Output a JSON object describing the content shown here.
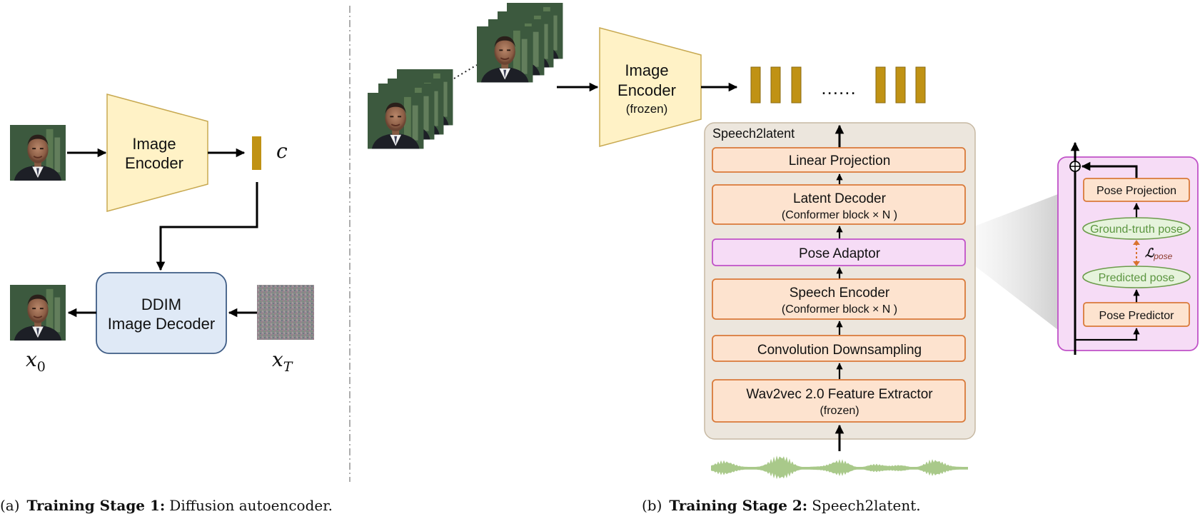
{
  "stage1": {
    "encoder": {
      "line1": "Image",
      "line2": "Encoder"
    },
    "latent_symbol": "c",
    "decoder": {
      "line1": "DDIM",
      "line2": "Image Decoder"
    },
    "output_symbol": "x",
    "output_sub": "0",
    "noise_symbol": "x",
    "noise_sub": "T",
    "caption_prefix": "(a)",
    "caption_bold": "Training Stage 1:",
    "caption_rest": "Diffusion autoencoder."
  },
  "stage2": {
    "encoder": {
      "line1": "Image",
      "line2": "Encoder",
      "line3": "(frozen)"
    },
    "ellipsis": "......",
    "container_title": "Speech2latent",
    "blocks": {
      "linear_projection": "Linear Projection",
      "latent_decoder": "Latent Decoder",
      "latent_decoder_sub": "(Conformer block × N )",
      "pose_adaptor": "Pose Adaptor",
      "speech_encoder": "Speech Encoder",
      "speech_encoder_sub": "(Conformer block × N )",
      "conv_downsampling": "Convolution Downsampling",
      "wav2vec": "Wav2vec 2.0 Feature Extractor",
      "wav2vec_sub": "(frozen)"
    },
    "pose_detail": {
      "pose_projection": "Pose Projection",
      "ground_truth_pose": "Ground-truth pose",
      "loss_symbol": "ℒ",
      "loss_sub": "pose",
      "predicted_pose": "Predicted pose",
      "pose_predictor": "Pose Predictor"
    },
    "caption_prefix": "(b)",
    "caption_bold": "Training Stage 2:",
    "caption_rest": "Speech2latent."
  },
  "colors": {
    "encoder_fill": "#fff2c6",
    "encoder_stroke": "#c8a951",
    "latent_bar": "#c09214",
    "decoder_fill": "#dfe9f6",
    "decoder_stroke": "#3e5c85",
    "container_fill": "#ece6dd",
    "container_stroke": "#c7b9a3",
    "block_fill": "#fde3cf",
    "block_stroke": "#d97a3a",
    "adaptor_fill": "#f6dcf6",
    "adaptor_stroke": "#c052c8",
    "ellipse_fill": "#e6f3dc",
    "ellipse_stroke": "#6c9c4c",
    "ellipse_text": "#5b9540",
    "loss_color": "#8a3a2a",
    "waveform": "#a9c98a"
  }
}
